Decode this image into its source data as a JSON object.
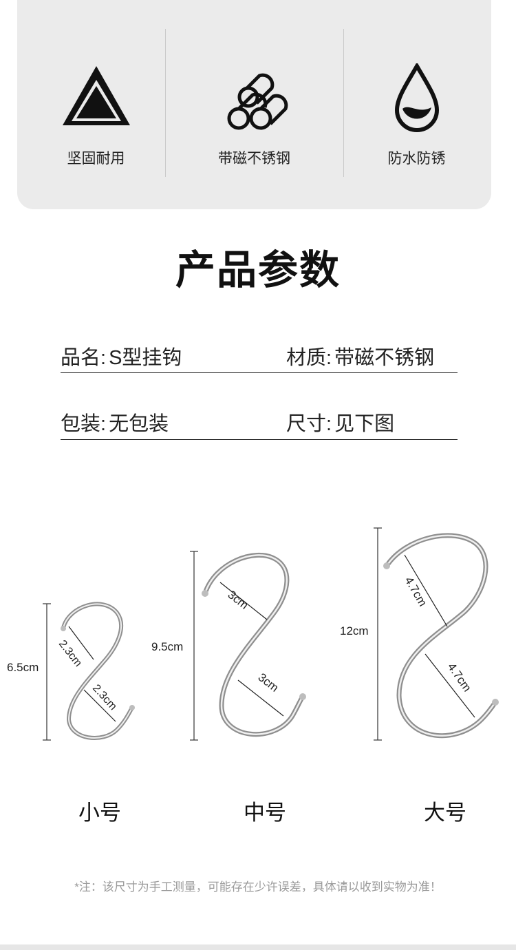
{
  "features": [
    {
      "icon": "triangle-warning-icon",
      "label": "坚固耐用"
    },
    {
      "icon": "steel-pipes-icon",
      "label": "带磁不锈钢"
    },
    {
      "icon": "water-drop-icon",
      "label": "防水防锈"
    }
  ],
  "section_title": "产品参数",
  "specs": {
    "name": {
      "key": "品名:",
      "value": "S型挂钩"
    },
    "material": {
      "key": "材质:",
      "value": "带磁不锈钢"
    },
    "packaging": {
      "key": "包装:",
      "value": "无包装"
    },
    "size": {
      "key": "尺寸:",
      "value": "见下图"
    }
  },
  "hooks": {
    "small": {
      "label": "小号",
      "height": "6.5cm",
      "inner_top": "2.3cm",
      "inner_bottom": "2.3cm"
    },
    "medium": {
      "label": "中号",
      "height": "9.5cm",
      "inner_top": "3cm",
      "inner_bottom": "3cm"
    },
    "large": {
      "label": "大号",
      "height": "12cm",
      "inner_top": "4.7cm",
      "inner_bottom": "4.7cm"
    }
  },
  "note": "*注：该尺寸为手工测量，可能存在少许误差，具体请以收到实物为准！",
  "colors": {
    "panel": "#ebebeb",
    "text": "#111111",
    "note": "#9a9a9a"
  }
}
